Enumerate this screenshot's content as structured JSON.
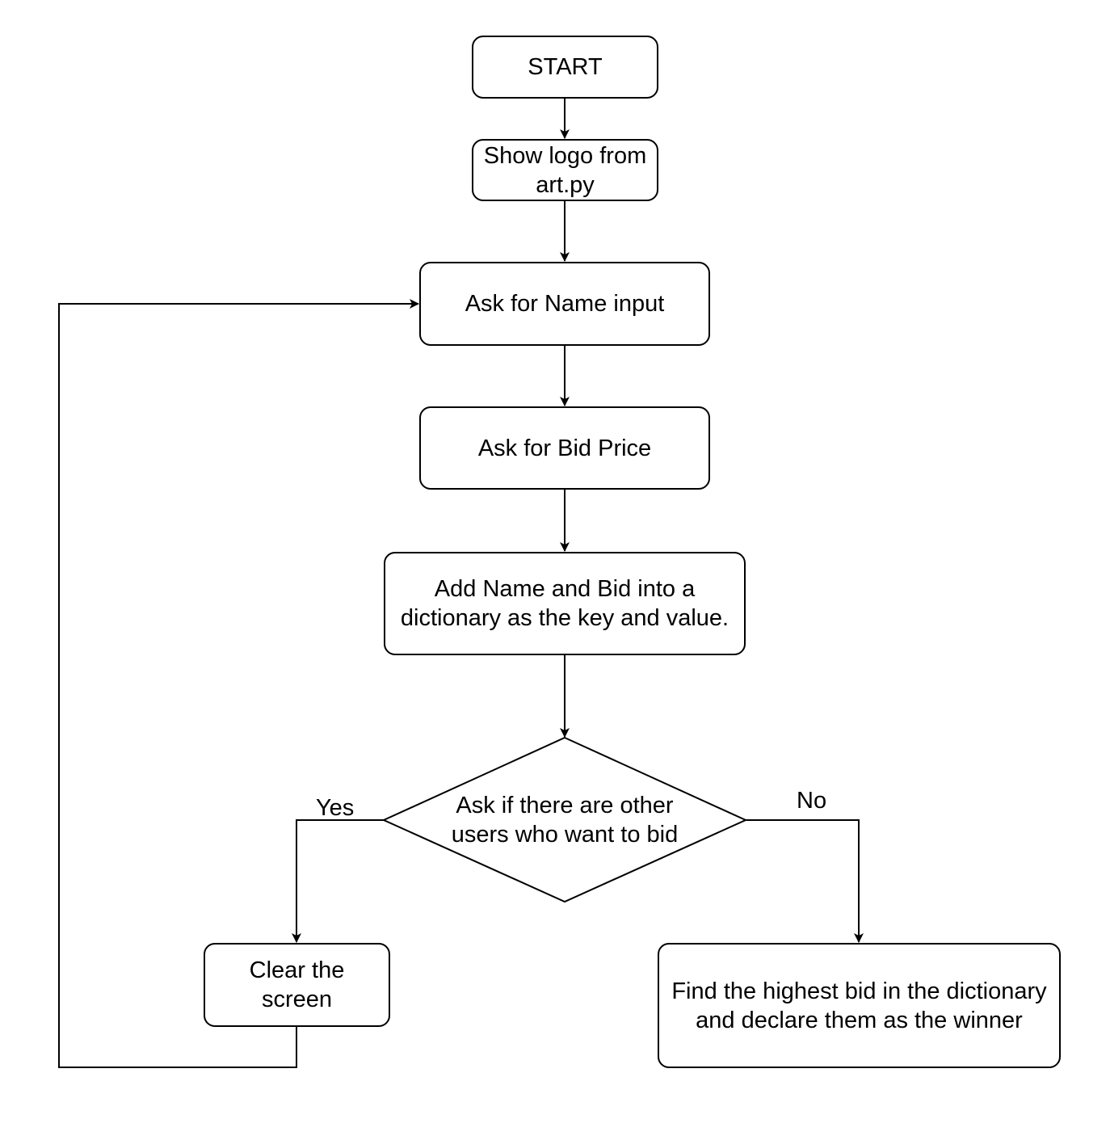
{
  "nodes": {
    "start": "START",
    "show_logo": "Show logo from\nart.py",
    "ask_name": "Ask for Name input",
    "ask_bid": "Ask for Bid Price",
    "add_dict": "Add Name and Bid into a\ndictionary as the key and value.",
    "decision": "Ask if there are other\nusers who want to bid",
    "clear_screen": "Clear the\nscreen",
    "find_winner": "Find the highest bid in the dictionary\nand declare them as the winner"
  },
  "edges": {
    "yes_label": "Yes",
    "no_label": "No"
  }
}
